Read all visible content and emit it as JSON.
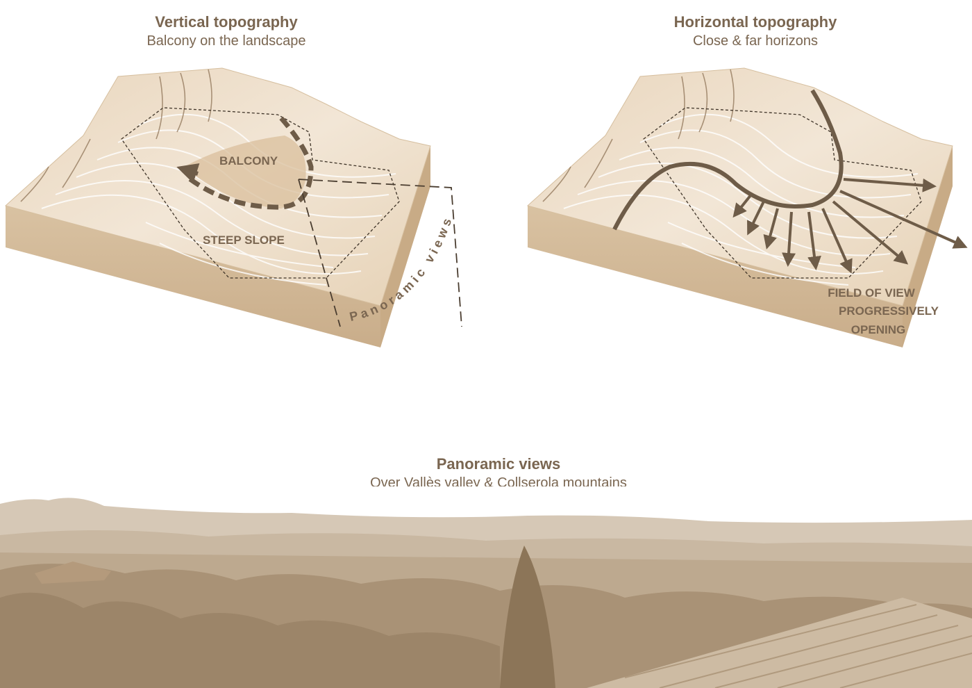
{
  "left_model": {
    "title": "Vertical topography",
    "subtitle": "Balcony on the landscape",
    "labels": {
      "balcony": "BALCONY",
      "steep_slope": "STEEP SLOPE",
      "panoramic_views": "Panoramic views"
    }
  },
  "right_model": {
    "title": "Horizontal topography",
    "subtitle": "Close & far horizons",
    "labels": {
      "field_line1": "FIELD OF VIEW",
      "field_line2": "PROGRESSIVELY",
      "field_line3": "OPENING"
    }
  },
  "panorama": {
    "title": "Panoramic views",
    "subtitle": "Over Vallès valley & Collserola mountains"
  },
  "colors": {
    "text": "#7a6651",
    "wood": "#ead8c0",
    "wood_dark": "#cdb394",
    "annotation": "#6e5c48",
    "sepia": "#cbbba7"
  }
}
